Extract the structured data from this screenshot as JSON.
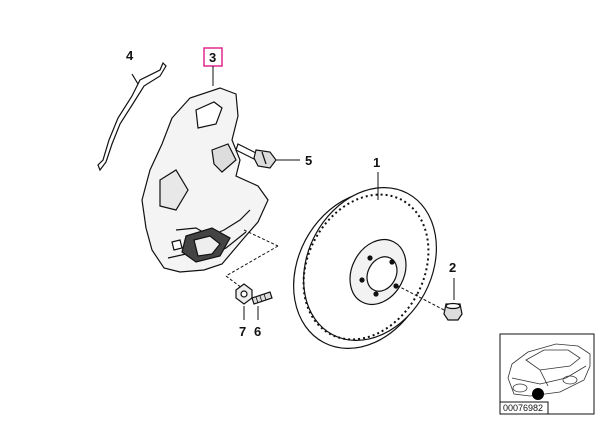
{
  "callouts": [
    {
      "id": "4",
      "label": "4"
    },
    {
      "id": "3",
      "label": "3",
      "highlighted": true
    },
    {
      "id": "5",
      "label": "5"
    },
    {
      "id": "1",
      "label": "1"
    },
    {
      "id": "2",
      "label": "2"
    },
    {
      "id": "7",
      "label": "7"
    },
    {
      "id": "6",
      "label": "6"
    }
  ],
  "reference_number": "00076982",
  "colors": {
    "highlight": "#e0288c",
    "line": "#111111",
    "thumbnail_dot": "#000000"
  }
}
